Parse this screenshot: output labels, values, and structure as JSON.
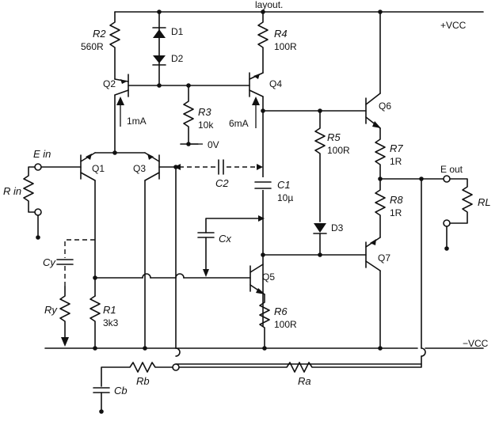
{
  "top_fragment": "layout.",
  "rails": {
    "vcc_pos": "+VCC",
    "vcc_neg": "−VCC",
    "ground": "0V"
  },
  "components": {
    "r2": {
      "name": "R2",
      "value": "560R"
    },
    "d1": {
      "name": "D1"
    },
    "d2": {
      "name": "D2"
    },
    "r4": {
      "name": "R4",
      "value": "100R"
    },
    "q2": {
      "name": "Q2"
    },
    "q4": {
      "name": "Q4"
    },
    "r3": {
      "name": "R3",
      "value": "10k"
    },
    "i1": {
      "value": "1mA"
    },
    "i2": {
      "value": "6mA"
    },
    "q6": {
      "name": "Q6"
    },
    "r5": {
      "name": "R5",
      "value": "100R"
    },
    "r7": {
      "name": "R7",
      "value": "1R"
    },
    "r8": {
      "name": "R8",
      "value": "1R"
    },
    "q1": {
      "name": "Q1"
    },
    "q3": {
      "name": "Q3"
    },
    "ein": {
      "name": "E in"
    },
    "rin": {
      "name": "R in"
    },
    "c2": {
      "name": "C2"
    },
    "c1": {
      "name": "C1",
      "value": "10µ"
    },
    "cx": {
      "name": "Cx"
    },
    "d3": {
      "name": "D3"
    },
    "eout": {
      "name": "E out"
    },
    "rl": {
      "name": "RL"
    },
    "q7": {
      "name": "Q7"
    },
    "cy": {
      "name": "Cy"
    },
    "q5": {
      "name": "Q5"
    },
    "ry": {
      "name": "Ry"
    },
    "r1": {
      "name": "R1",
      "value": "3k3"
    },
    "r6": {
      "name": "R6",
      "value": "100R"
    },
    "rb": {
      "name": "Rb"
    },
    "ra": {
      "name": "Ra"
    },
    "cb": {
      "name": "Cb"
    }
  }
}
